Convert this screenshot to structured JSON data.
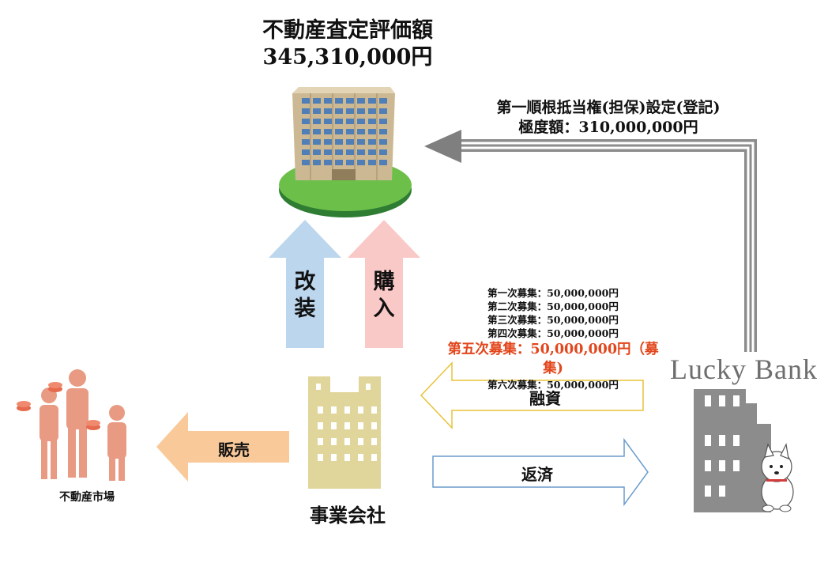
{
  "appraisal": {
    "title": "不動産査定評価額",
    "amount": "345,310,000円"
  },
  "lien": {
    "line1": "第一順根抵当権(担保)設定(登記)",
    "line2": "極度額：310,000,000円"
  },
  "arrows": {
    "renovation": [
      "改",
      "装"
    ],
    "purchase": [
      "購",
      "入"
    ],
    "financing": "融資",
    "repayment": "返済",
    "sales": "販売"
  },
  "rounds": [
    {
      "label": "第一次募集：50,000,000円",
      "highlight": false
    },
    {
      "label": "第二次募集：50,000,000円",
      "highlight": false
    },
    {
      "label": "第三次募集：50,000,000円",
      "highlight": false
    },
    {
      "label": "第四次募集：50,000,000円",
      "highlight": false
    },
    {
      "label": "第五次募集：50,000,000円（募集)",
      "highlight": true
    },
    {
      "label": "第六次募集：50,000,000円",
      "highlight": false
    }
  ],
  "entities": {
    "market": "不動産市場",
    "company": "事業会社",
    "bank_brand": "Lucky Bank"
  },
  "colors": {
    "highlight": "#e2461c",
    "renovation_arrow": "#bcd6ee",
    "purchase_arrow": "#f9c9c7",
    "financing_border": "#e8c23a",
    "repayment_border": "#6a9ccc",
    "sales_arrow": "#f9c99a",
    "company_building": "#e0d59a",
    "bank_building": "#8c8c8c",
    "people": "#e89a82",
    "green_base": "#5fae3e"
  }
}
